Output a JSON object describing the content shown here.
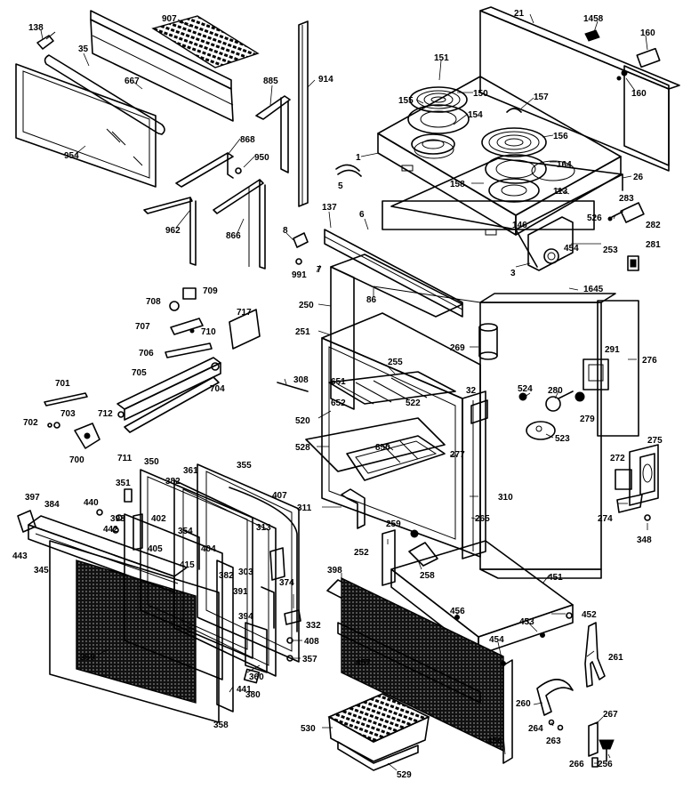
{
  "callouts": {
    "c138": "138",
    "c907": "907",
    "c35": "35",
    "c667": "667",
    "c954": "954",
    "c885": "885",
    "c914": "914",
    "c868": "868",
    "c950": "950",
    "c962": "962",
    "c866": "866",
    "c21": "21",
    "c1458": "1458",
    "c160a": "160",
    "c160b": "160",
    "c151": "151",
    "c155": "155",
    "c150": "150",
    "c157": "157",
    "c154": "154",
    "c156": "156",
    "c1": "1",
    "c164": "164",
    "c158": "158",
    "c26": "26",
    "c113": "113",
    "c5": "5",
    "c137": "137",
    "c6": "6",
    "c8": "8",
    "c991": "991",
    "c7": "7",
    "c146": "146",
    "c454": "454",
    "c253": "253",
    "c3": "3",
    "c283": "283",
    "c526": "526",
    "c282": "282",
    "c281": "281",
    "c1645": "1645",
    "c250": "250",
    "c86": "86",
    "c708": "708",
    "c709": "709",
    "c717": "717",
    "c707": "707",
    "c710": "710",
    "c706": "706",
    "c705": "705",
    "c704": "704",
    "c701": "701",
    "c703": "703",
    "c702": "702",
    "c712": "712",
    "c700": "700",
    "c711": "711",
    "c251": "251",
    "c269": "269",
    "c291": "291",
    "c276": "276",
    "c255": "255",
    "c308": "308",
    "c651": "651",
    "c652": "652",
    "c522": "522",
    "c32": "32",
    "c524": "524",
    "c280": "280",
    "c279": "279",
    "c520": "520",
    "c523": "523",
    "c528": "528",
    "c850": "850",
    "c277": "277",
    "c275": "275",
    "c272": "272",
    "c274": "274",
    "c348": "348",
    "c350": "350",
    "c361": "361",
    "c355": "355",
    "c382": "382",
    "c407": "407",
    "c351": "351",
    "c397": "397",
    "c384": "384",
    "c440": "440",
    "c393": "393",
    "c402": "402",
    "c442": "442",
    "c354": "354",
    "c313": "313",
    "c443": "443",
    "c405": "405",
    "c404": "404",
    "c345": "345",
    "c415": "415",
    "c382b": "382",
    "c303": "303",
    "c374": "374",
    "c311": "311",
    "c259": "259",
    "c310": "310",
    "c265": "265",
    "c252": "252",
    "c258": "258",
    "c398": "398",
    "c451": "451",
    "c456a": "456",
    "c453": "453",
    "c452": "452",
    "c391": "391",
    "c394": "394",
    "c332": "332",
    "c408": "408",
    "c357": "357",
    "c359": "359",
    "c360": "360",
    "c457": "457",
    "c454b": "454",
    "c261": "261",
    "c441": "441",
    "c380": "380",
    "c260": "260",
    "c264": "264",
    "c263": "263",
    "c267": "267",
    "c358": "358",
    "c456b": "456",
    "c530": "530",
    "c529": "529",
    "c266": "266",
    "c256": "256"
  }
}
